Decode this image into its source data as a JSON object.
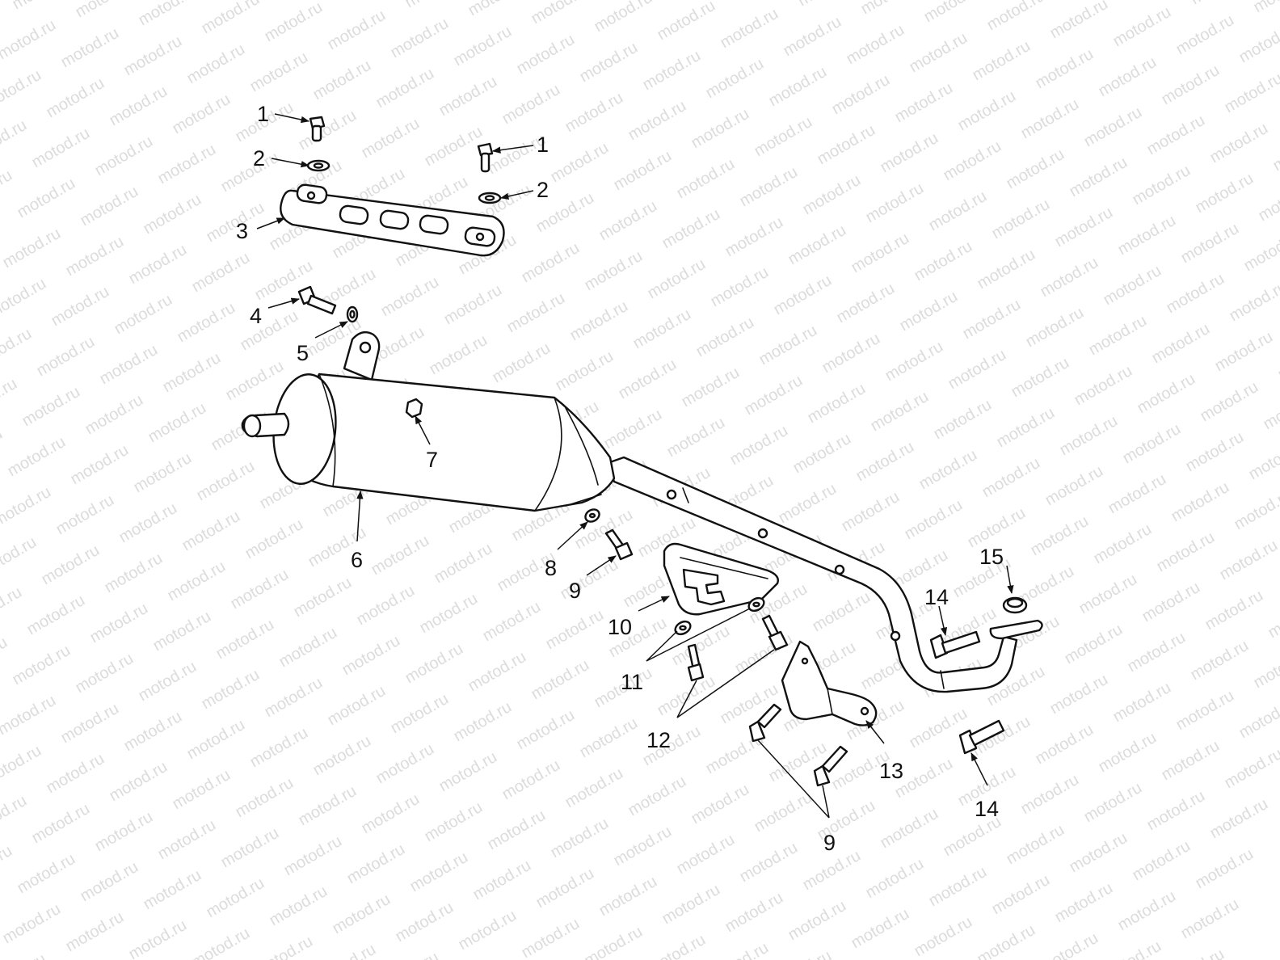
{
  "watermark": {
    "text": "motod.ru"
  },
  "callouts": {
    "c1a": "1",
    "c1b": "1",
    "c2a": "2",
    "c2b": "2",
    "c3": "3",
    "c4": "4",
    "c5": "5",
    "c6": "6",
    "c7": "7",
    "c8": "8",
    "c9a": "9",
    "c9b": "9",
    "c10": "10",
    "c11": "11",
    "c12": "12",
    "c13": "13",
    "c14a": "14",
    "c14b": "14",
    "c15": "15"
  }
}
